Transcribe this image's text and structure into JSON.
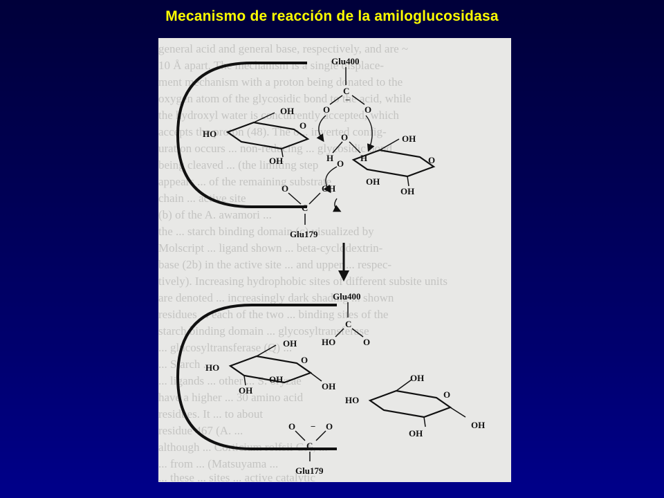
{
  "title": "Mecanismo de reacción de la amiloglucosidasa",
  "colors": {
    "title": "#ffff00",
    "background": "#00006e",
    "figure_paper": "#e8e8e6"
  },
  "top_panel": {
    "enzyme_top": "Glu400",
    "enzyme_bottom": "Glu179",
    "carboxyl_c": "C",
    "carboxyl_o1": "O",
    "carboxyl_o2": "O",
    "carboxyl_minus": "−",
    "water_o": "O",
    "water_h1": "H",
    "water_h2": "H",
    "left_ring_oh_top": "OH",
    "left_ring_ho": "HO",
    "left_ring_oh_bottom": "OH",
    "left_ring_o": "O",
    "glycosidic_o": "O",
    "right_ring_oh_top": "OH",
    "right_ring_oh_mid": "OH",
    "right_ring_o": "O",
    "right_ring_oh_bottom": "OH",
    "glu179_o_top": "O",
    "glu179_oh": "OH",
    "glu179_c": "C"
  },
  "bottom_panel": {
    "enzyme_top": "Glu400",
    "enzyme_bottom": "Glu179",
    "carboxyl_c": "C",
    "carboxyl_o": "O",
    "carboxyl_ho": "HO",
    "left_ring_oh_top": "OH",
    "left_ring_ho": "HO",
    "left_ring_oh_bottom": "OH",
    "left_ring_o": "O",
    "left_ring_oh_anomeric": "OH",
    "left_ring_oh_left": "OH",
    "right_ring_oh_top": "OH",
    "right_ring_ho": "HO",
    "right_ring_oh_bottom": "OH",
    "right_ring_o": "O",
    "right_ring_oh_anomeric": "OH",
    "glu179_o_left": "O",
    "glu179_o_right": "O",
    "glu179_minus": "−",
    "glu179_c": "C"
  },
  "bleed_text": [
    "general acid and general base, respectively, and are ~",
    "10 Å apart. The mechanism is a single displace-",
    "ment mechanism with a proton being donated to the",
    "oxygen atom of the glycosidic bond to the acid, while",
    "the hydroxyl water is concurrently accepted, which",
    "accepts the proton (48). The o... inverted config-",
    "uration occurs ... non-reducing ... glycosidic bond",
    "being cleaved ... (the limiting step",
    "appears ... of the remaining substrate",
    "chain ... active site",
    "(b) of the A. awamori ...",
    "the ... starch binding domain (c) visualized by",
    "Molscript ... ligand shown ... beta-cyclodextrin-",
    "base (2b) in the active site ... and upper ... respec-",
    "tively). Increasing hydrophobic sites of different subsite units",
    "are denoted ... increasingly dark shading ... shown",
    "residues ... each of the two ... binding sites of the",
    "starch binding domain ... glycosyltransferase",
    "... glucosyltransferase (Q) ...",
    "... Starch ...",
    "... ligands ... other ... S. oryzae",
    "have a higher ... 30 amino acid",
    "residues. It ... to about",
    "residue 467 (A. ...",
    "although ... Corticium rolfsii GA, ...",
    "... from ... (Matsuyama ...",
    "... these ... sites ... active catalytic"
  ]
}
